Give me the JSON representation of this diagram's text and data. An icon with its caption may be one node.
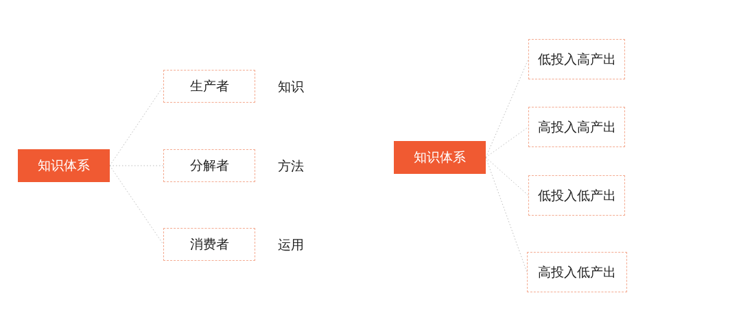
{
  "diagram": {
    "nodes": [
      {
        "text": [
          "知识体系"
        ]
      },
      {
        "text": [
          "生产者"
        ],
        "beside": [
          "知识"
        ]
      },
      {
        "text": [
          "分解者"
        ],
        "beside": [
          "方法"
        ]
      },
      {
        "text": [
          "消费者"
        ],
        "beside": [
          "运用"
        ]
      },
      {
        "text": [
          "知识体系"
        ]
      },
      {
        "text": [
          "低投入高产出"
        ]
      },
      {
        "text": [
          "高投入高产出"
        ]
      },
      {
        "text": [
          "低投入低产出"
        ]
      },
      {
        "text": [
          "高投入低产出"
        ]
      }
    ],
    "edges": [
      {
        "from": 0,
        "to": 1,
        "arrow": "none"
      },
      {
        "from": 0,
        "to": 2,
        "arrow": "none"
      },
      {
        "from": 0,
        "to": 3,
        "arrow": "none"
      },
      {
        "from": 4,
        "to": 5,
        "arrow": "none"
      },
      {
        "from": 4,
        "to": 6,
        "arrow": "none"
      },
      {
        "from": 4,
        "to": 7,
        "arrow": "none"
      },
      {
        "from": 4,
        "to": 8,
        "arrow": "none"
      }
    ]
  }
}
